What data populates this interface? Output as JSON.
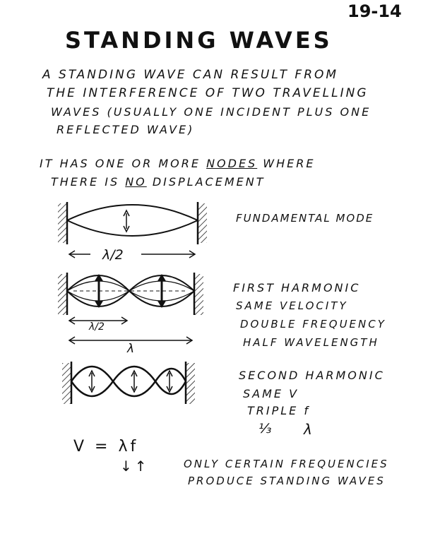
{
  "page_number": "19-14",
  "title": "STANDING WAVES",
  "intro": {
    "line1": "A  STANDING  WAVE  CAN  RESULT  FROM",
    "line2": "THE  INTERFERENCE  OF  TWO  TRAVELLING",
    "line3": "WAVES  (USUALLY  ONE  INCIDENT  PLUS  ONE",
    "line4": "REFLECTED  WAVE)"
  },
  "nodes_text": {
    "line1_pre": "IT  HAS  ONE  OR  MORE ",
    "line1_em": "NODES",
    "line1_post": " WHERE",
    "line2_pre": "THERE  IS ",
    "line2_em": "NO",
    "line2_post": " DISPLACEMENT"
  },
  "modes": {
    "fundamental": {
      "label": "FUNDAMENTAL MODE",
      "span": "λ/2"
    },
    "first_harmonic": {
      "lines": [
        "FIRST  HARMONIC",
        "SAME VELOCITY",
        "DOUBLE FREQUENCY",
        "HALF  WAVELENGTH"
      ],
      "span_half": "λ/2",
      "span_full": "λ"
    },
    "second_harmonic": {
      "lines": [
        "SECOND  HARMONIC",
        "SAME  V",
        "TRIPLE  f"
      ],
      "third": "⅓",
      "lambda": "λ"
    }
  },
  "formula": {
    "equation": "V = λf",
    "arrows": "↓↑"
  },
  "conclusion": {
    "line1": "ONLY CERTAIN FREQUENCIES",
    "line2": "PRODUCE  STANDING  WAVES"
  }
}
